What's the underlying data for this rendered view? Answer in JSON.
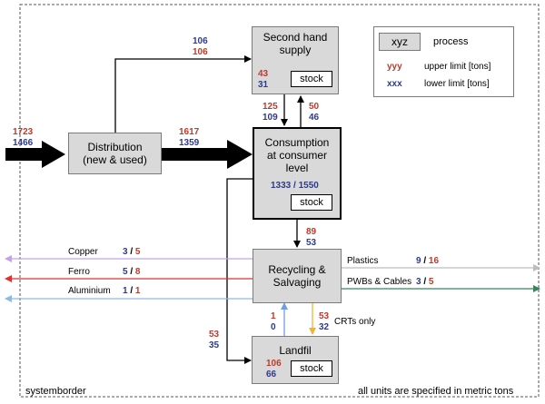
{
  "processes": {
    "second_hand": "Second hand supply",
    "distribution": "Distribution (new & used)",
    "consumption": "Consumption at consumer level",
    "recycling": "Recycling & Salvaging",
    "landfil": "Landfil"
  },
  "stock_label": "stock",
  "legend": {
    "sample": "xyz",
    "process": "process",
    "upper_code": "yyy",
    "upper": "upper limit [tons]",
    "lower_code": "xxx",
    "lower": "lower limit [tons]"
  },
  "flows": {
    "input_upper": "1723",
    "input_lower": "1466",
    "dist_to_cons_upper": "1617",
    "dist_to_cons_lower": "1359",
    "dist_to_second_lower_a": "106",
    "dist_to_second_upper_b": "106",
    "second_stock_upper": "43",
    "second_stock_lower": "31",
    "second_to_cons_upper": "125",
    "second_to_cons_lower": "109",
    "cons_to_second_upper": "50",
    "cons_to_second_lower": "46",
    "cons_stock": "1333 / 1550",
    "cons_to_recycling_upper": "89",
    "cons_to_recycling_lower": "53",
    "cons_to_landfil_upper": "53",
    "cons_to_landfil_lower": "35",
    "landfil_to_recycling_upper": "1",
    "landfil_to_recycling_lower": "0",
    "recycling_to_landfil_upper": "53",
    "recycling_to_landfil_lower": "32",
    "crts": "CRTs only",
    "landfil_stock_upper": "106",
    "landfil_stock_lower": "66"
  },
  "outputs": {
    "copper": "Copper",
    "copper_lower": "3",
    "copper_upper": "5",
    "ferro": "Ferro",
    "ferro_lower": "5",
    "ferro_upper": "8",
    "aluminium": "Aluminium",
    "aluminium_lower": "1",
    "aluminium_upper": "1",
    "plastics": "Plastics",
    "plastics_lower": "9",
    "plastics_upper": "16",
    "pwbs": "PWBs & Cables",
    "pwbs_lower": "3",
    "pwbs_upper": "5",
    "slash": "/"
  },
  "footer": {
    "system_border": "systemborder",
    "units": "all units are specified in metric tons"
  },
  "colors": {
    "copper": "#c8a2e8",
    "ferro": "#e03030",
    "aluminium": "#8fb8e8",
    "plastics": "#bdbdbd",
    "pwbs": "#2e8b57",
    "landfil_up": "#6f9fe0",
    "crts": "#f2b233",
    "red": "#c0392b",
    "blue": "#2e3a8c"
  }
}
